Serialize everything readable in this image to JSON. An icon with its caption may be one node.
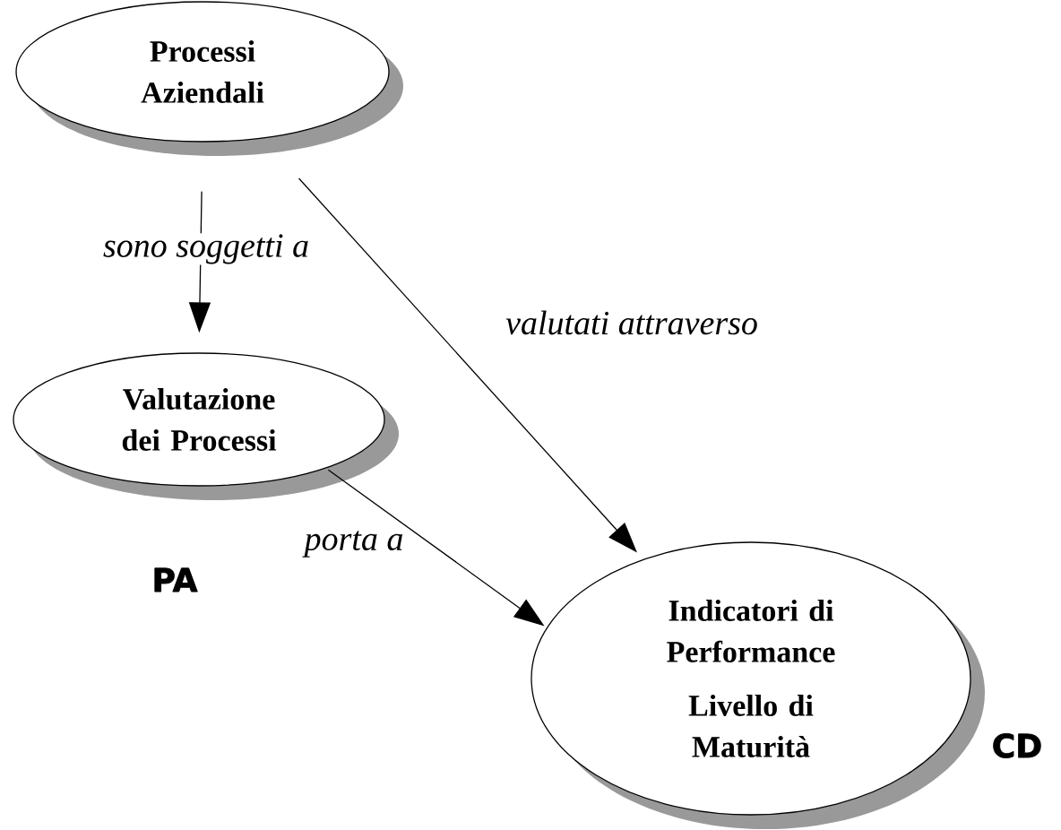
{
  "diagram": {
    "nodes": [
      {
        "text": [
          "Processi Aziendali"
        ]
      },
      {
        "text": [
          "Valutazione dei Processi"
        ]
      },
      {
        "text": [
          "Indicatori di Performance",
          "Livello di Maturità"
        ]
      }
    ],
    "edges": [
      {
        "from": 0,
        "to": 1,
        "arrow": "to",
        "label": "sono soggetti a"
      },
      {
        "from": 0,
        "to": 2,
        "arrow": "to",
        "label": "valutati attraverso"
      },
      {
        "from": 1,
        "to": 2,
        "arrow": "to",
        "label": "porta a"
      }
    ],
    "labels": [
      "PA",
      "CD"
    ]
  }
}
